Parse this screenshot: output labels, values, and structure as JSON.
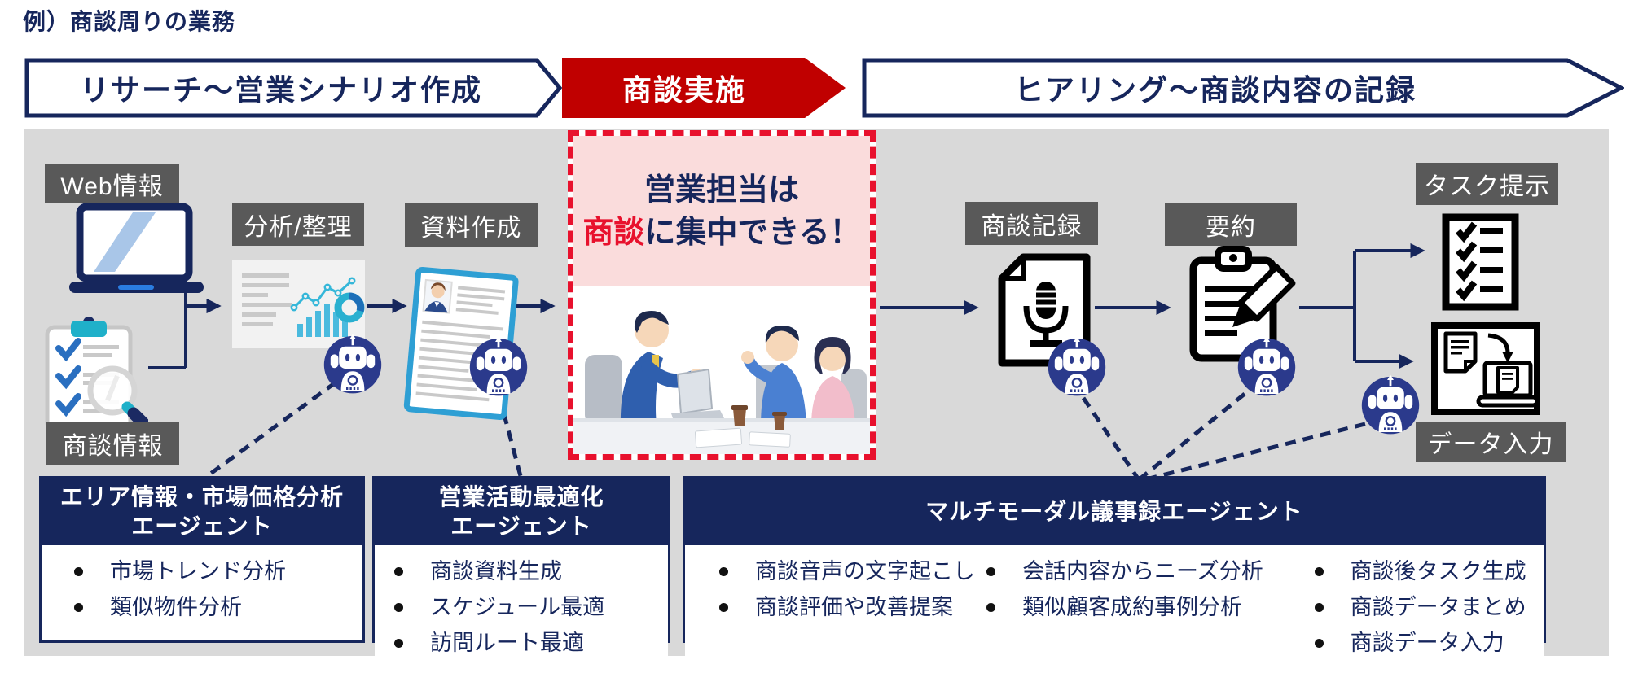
{
  "title": "例）商談周りの業務",
  "banners": {
    "research": "リサーチ～営業シナリオ作成",
    "meeting": "商談実施",
    "hearing": "ヒアリング～商談内容の記録"
  },
  "labels": {
    "web_info": "Web情報",
    "meeting_info": "商談情報",
    "analysis": "分析/整理",
    "doc_creation": "資料作成",
    "meeting_record": "商談記録",
    "summary": "要約",
    "task_suggest": "タスク提示",
    "data_entry": "データ入力"
  },
  "highlight": {
    "line1": "営業担当は",
    "line2_accent": "商談",
    "line2_rest": "に集中できる！"
  },
  "agents": [
    {
      "title_lines": [
        "エリア情報・市場価格分析",
        "エージェント"
      ],
      "items": [
        "市場トレンド分析",
        "類似物件分析"
      ]
    },
    {
      "title_lines": [
        "営業活動最適化",
        "エージェント"
      ],
      "items": [
        "商談資料生成",
        "スケジュール最適",
        "訪問ルート最適"
      ]
    },
    {
      "title_lines": [
        "マルチモーダル議事録エージェント"
      ],
      "columns": [
        [
          "商談音声の文字起こし",
          "商談評価や改善提案"
        ],
        [
          "会話内容からニーズ分析",
          "類似顧客成約事例分析"
        ],
        [
          "商談後タスク生成",
          "商談データまとめ",
          "商談データ入力"
        ]
      ]
    }
  ],
  "colors": {
    "navy": "#16265c",
    "robot_blue": "#2b3a8c",
    "banner_red": "#c00000",
    "dashed_red": "#e8112d",
    "highlight_pink": "#fadcdc",
    "panel_gray": "#d9d9d9",
    "label_gray": "#595959",
    "accent_teal": "#35b7d9"
  }
}
